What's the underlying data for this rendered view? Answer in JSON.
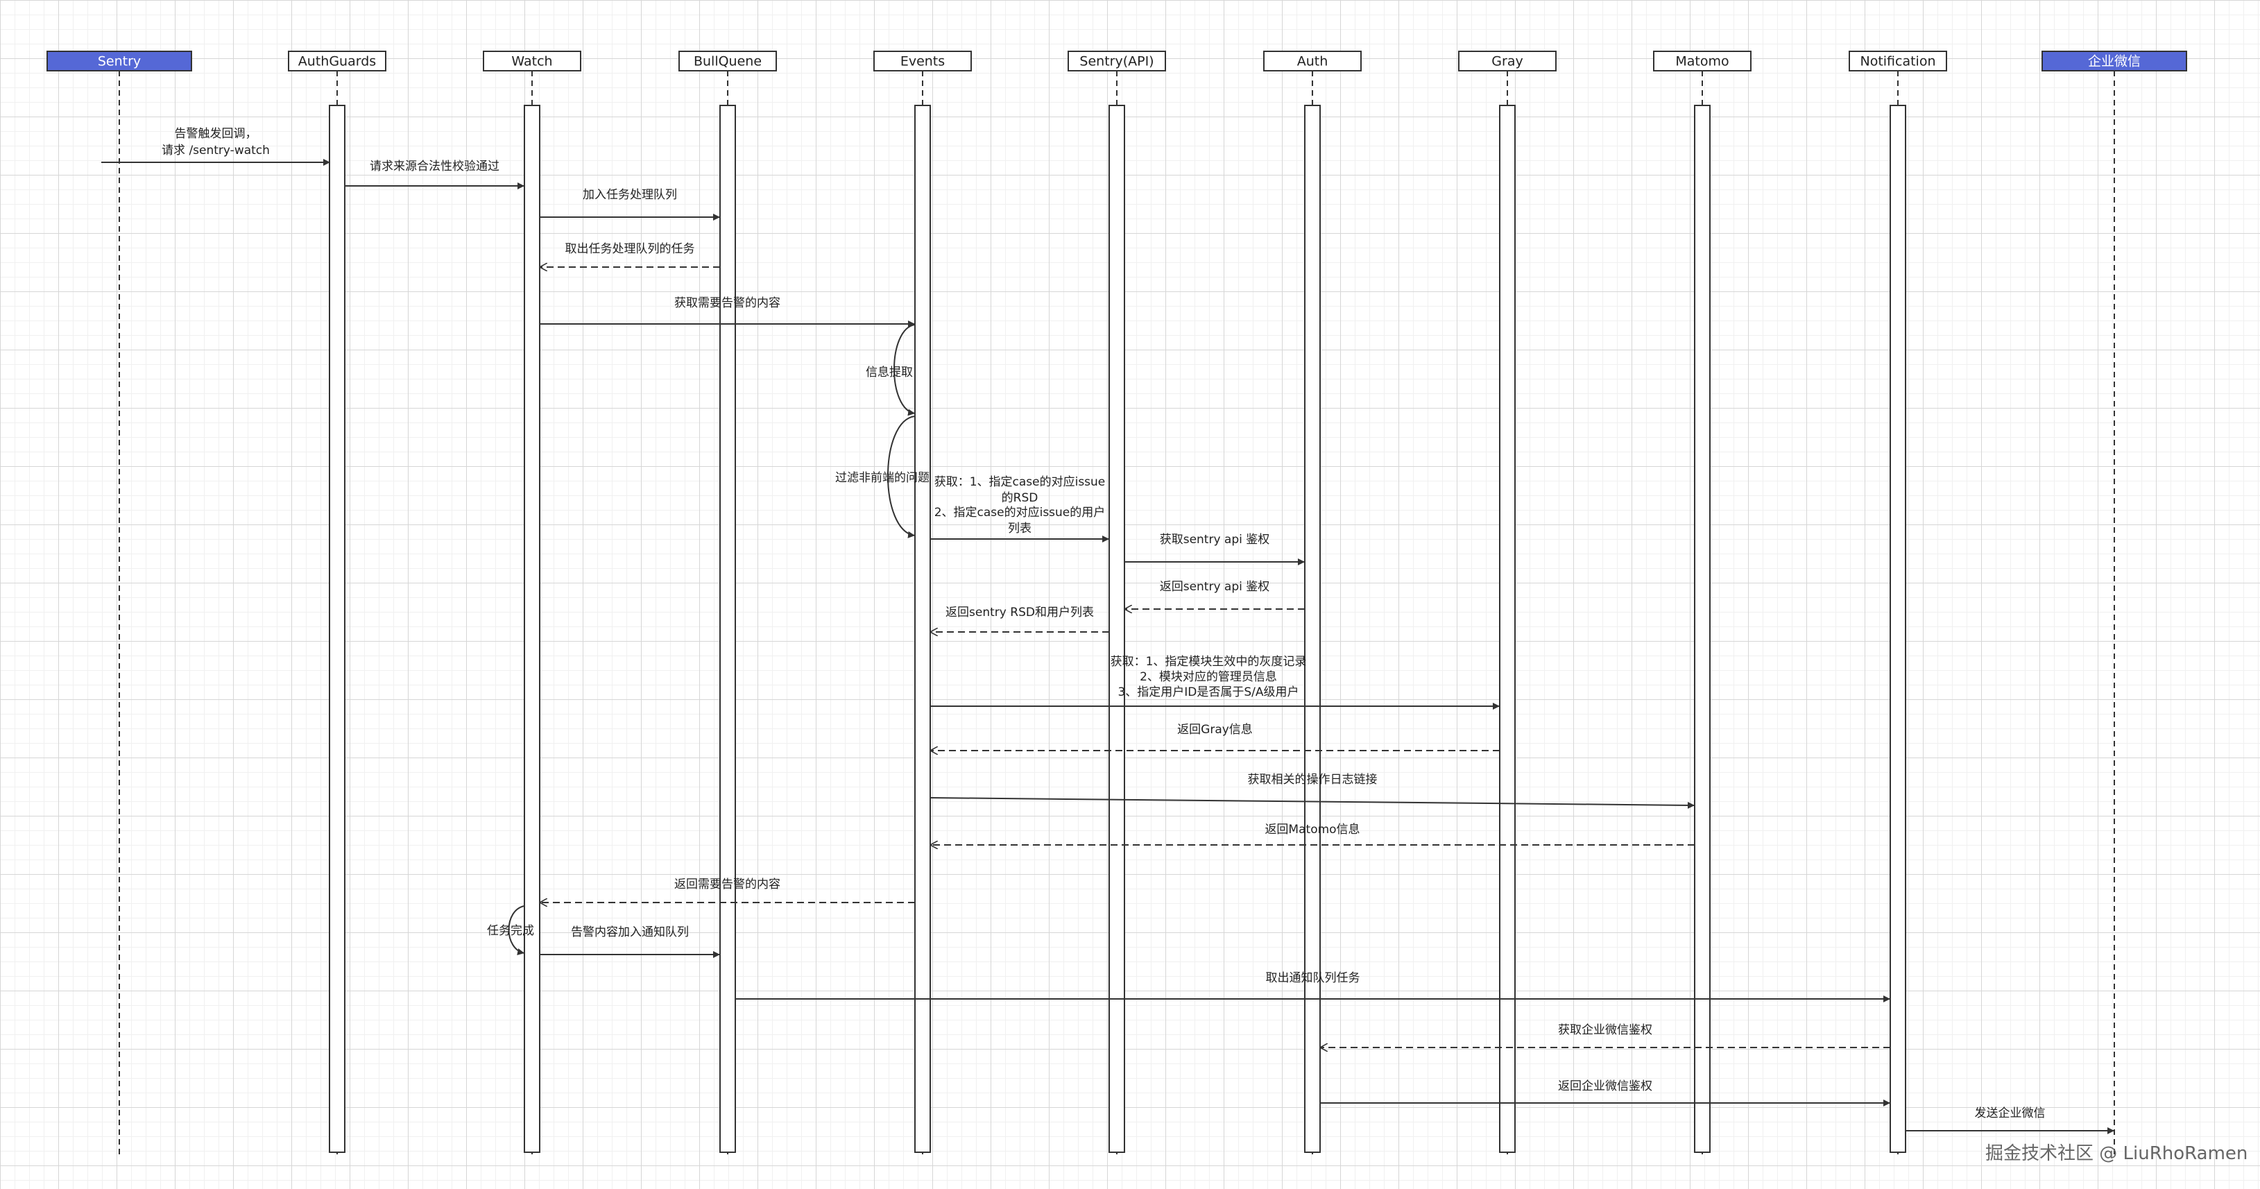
{
  "diagram": {
    "type": "sequence-diagram",
    "participants": [
      {
        "id": "sentry",
        "label": "Sentry",
        "highlight": true
      },
      {
        "id": "authguards",
        "label": "AuthGuards",
        "highlight": false
      },
      {
        "id": "watch",
        "label": "Watch",
        "highlight": false
      },
      {
        "id": "bullquene",
        "label": "BullQuene",
        "highlight": false
      },
      {
        "id": "events",
        "label": "Events",
        "highlight": false
      },
      {
        "id": "sentry-api",
        "label": "Sentry(API)",
        "highlight": false
      },
      {
        "id": "auth",
        "label": "Auth",
        "highlight": false
      },
      {
        "id": "gray",
        "label": "Gray",
        "highlight": false
      },
      {
        "id": "matomo",
        "label": "Matomo",
        "highlight": false
      },
      {
        "id": "notification",
        "label": "Notification",
        "highlight": false
      },
      {
        "id": "wecom",
        "label": "企业微信",
        "highlight": true
      }
    ],
    "messages": [
      {
        "from": "sentry",
        "to": "authguards",
        "style": "solid",
        "label": [
          "告警触发回调，",
          "请求 /sentry-watch"
        ]
      },
      {
        "from": "authguards",
        "to": "watch",
        "style": "solid",
        "label": [
          "请求来源合法性校验通过"
        ]
      },
      {
        "from": "watch",
        "to": "bullquene",
        "style": "solid",
        "label": [
          "加入任务处理队列"
        ]
      },
      {
        "from": "bullquene",
        "to": "watch",
        "style": "dashed",
        "label": [
          "取出任务处理队列的任务"
        ]
      },
      {
        "from": "watch",
        "to": "events",
        "style": "solid",
        "label": [
          "获取需要告警的内容"
        ]
      },
      {
        "from": "events",
        "to": "sentry-api",
        "style": "solid",
        "label": [
          "获取：1、指定case的对应issue",
          "的RSD",
          "2、指定case的对应issue的用户",
          "列表"
        ]
      },
      {
        "from": "sentry-api",
        "to": "auth",
        "style": "solid",
        "label": [
          "获取sentry api 鉴权"
        ]
      },
      {
        "from": "auth",
        "to": "sentry-api",
        "style": "dashed",
        "label": [
          "返回sentry api 鉴权"
        ]
      },
      {
        "from": "sentry-api",
        "to": "events",
        "style": "dashed",
        "label": [
          "返回sentry RSD和用户列表"
        ]
      },
      {
        "from": "events",
        "to": "gray",
        "style": "solid",
        "label": [
          "获取：1、指定模块生效中的灰度记录",
          "2、模块对应的管理员信息",
          "3、指定用户ID是否属于S/A级用户"
        ]
      },
      {
        "from": "gray",
        "to": "events",
        "style": "dashed",
        "label": [
          "返回Gray信息"
        ]
      },
      {
        "from": "events",
        "to": "matomo",
        "style": "solid",
        "label": [
          "获取相关的操作日志链接"
        ]
      },
      {
        "from": "matomo",
        "to": "events",
        "style": "dashed",
        "label": [
          "返回Matomo信息"
        ]
      },
      {
        "from": "events",
        "to": "watch",
        "style": "dashed",
        "label": [
          "返回需要告警的内容"
        ]
      },
      {
        "from": "watch",
        "to": "bullquene",
        "style": "solid",
        "label": [
          "告警内容加入通知队列"
        ]
      },
      {
        "from": "bullquene",
        "to": "notification",
        "style": "solid",
        "label": [
          "取出通知队列任务"
        ]
      },
      {
        "from": "notification",
        "to": "auth",
        "style": "dashed",
        "label": [
          "获取企业微信鉴权"
        ]
      },
      {
        "from": "auth",
        "to": "notification",
        "style": "solid",
        "label": [
          "返回企业微信鉴权"
        ]
      },
      {
        "from": "notification",
        "to": "wecom",
        "style": "solid",
        "label": [
          "发送企业微信"
        ]
      }
    ],
    "self_notes": [
      {
        "on": "events",
        "label": "信息提取"
      },
      {
        "on": "events",
        "label": "过滤非前端的问题"
      },
      {
        "on": "watch",
        "label": "任务完成"
      }
    ],
    "colors": {
      "highlight_fill": "#5568d6",
      "line": "#333333",
      "box_fill": "#ffffff"
    }
  },
  "watermark": "掘金技术社区 @ LiuRhoRamen"
}
